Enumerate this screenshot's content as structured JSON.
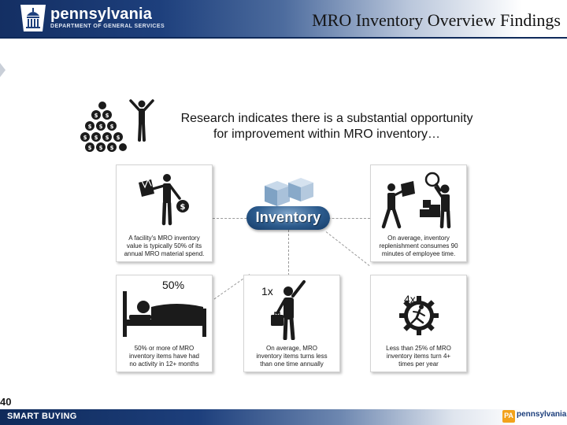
{
  "header": {
    "logo_name": "pennsylvania",
    "logo_sub": "DEPARTMENT OF GENERAL SERVICES",
    "title": "MRO Inventory Overview Findings"
  },
  "intro": {
    "line1": "Research indicates there is a substantial opportunity",
    "line2": "for improvement within MRO inventory…"
  },
  "hub": {
    "label": "Inventory"
  },
  "panels": [
    {
      "caption": [
        "A facility's MRO inventory",
        "value is typically 50% of its",
        "annual MRO material spend."
      ]
    },
    {
      "caption": [
        "On average, inventory",
        "replenishment consumes 90",
        "minutes of employee time."
      ]
    },
    {
      "stat": "50%",
      "caption": [
        "50% or more of MRO",
        "inventory items have had",
        "no activity in 12+ months"
      ]
    },
    {
      "stat": "1x",
      "caption": [
        "On average, MRO",
        "inventory items turns less",
        "than one time annually"
      ]
    },
    {
      "stat": "4x",
      "caption": [
        "Less than 25% of MRO",
        "inventory items turn 4+",
        "times per year"
      ]
    }
  ],
  "footer": {
    "page_number": "40",
    "label": "SMART BUYING",
    "logo_badge": "PA",
    "logo_name": "pennsylvania"
  },
  "colors": {
    "brand_navy": "#1d3f7c",
    "hub_blue": "#2c5b8d"
  }
}
